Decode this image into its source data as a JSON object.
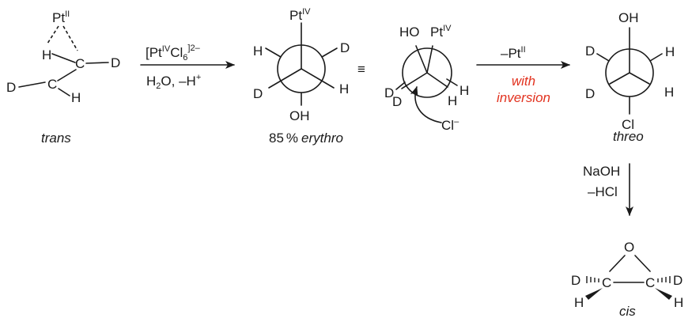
{
  "reactant": {
    "metal": "Pt",
    "metal_ox": "II",
    "atoms": {
      "h_top": "H",
      "c_top": "C",
      "d_top": "D",
      "d_bottom": "D",
      "c_bottom": "C",
      "h_bottom": "H"
    },
    "caption": "trans"
  },
  "step1": {
    "reagent_pre": "[Pt",
    "reagent_ox": "IV",
    "reagent_mid": "Cl",
    "reagent_sub": "6",
    "reagent_charge": "]2–",
    "conditions_h": "H",
    "conditions_sub": "2",
    "conditions_post": "O, –H",
    "conditions_sup": "+"
  },
  "newman_erythro": {
    "metal": "Pt",
    "metal_ox": "IV",
    "front_h": "H",
    "front_d": "D",
    "back_d": "D",
    "back_h": "H",
    "oh": "OH",
    "caption_value": "85",
    "caption_unit": "%",
    "caption_word": "erythro"
  },
  "equivalence": "≡",
  "newman_attack": {
    "ho": "HO",
    "metal": "Pt",
    "metal_ox": "IV",
    "d1": "D",
    "d2": "D",
    "h1": "H",
    "h2": "H",
    "nucleophile": "Cl",
    "nucleophile_charge": "–"
  },
  "step2": {
    "reagent": "–Pt",
    "reagent_ox": "II",
    "note_line1": "with",
    "note_line2": "inversion"
  },
  "newman_threo": {
    "oh": "OH",
    "d_top": "D",
    "h_top": "H",
    "d_bottom": "D",
    "h_bottom": "H",
    "cl": "Cl",
    "caption": "threo"
  },
  "step3": {
    "reagent": "NaOH",
    "byproduct": "–HCl"
  },
  "epoxide": {
    "o": "O",
    "c_left": "C",
    "c_right": "C",
    "d_left": "D",
    "h_left": "H",
    "d_right": "D",
    "h_right": "H",
    "caption": "cis"
  },
  "colors": {
    "ink": "#1a1a1a",
    "accent": "#e2321f"
  }
}
